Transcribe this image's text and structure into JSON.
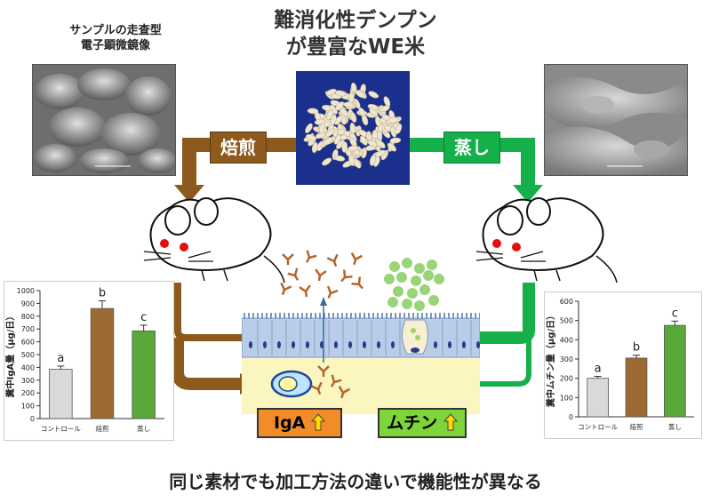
{
  "header": {
    "title_line1": "難消化性デンプン",
    "title_line2": "が豊富なWE米"
  },
  "sem": {
    "label_line1": "サンプルの走査型",
    "label_line2": "電子顕微鏡像"
  },
  "processes": {
    "roasted": "焙煎",
    "steamed": "蒸し"
  },
  "results": {
    "iga": "IgA",
    "mucin": "ムチン"
  },
  "footer": {
    "text": "同じ素材でも加工方法の違いで機能性が異なる"
  },
  "colors": {
    "roasted": "#8b5a1c",
    "steamed": "#15b04a",
    "rice_bg": "#1b2f8c",
    "iga_box": "#f28c28",
    "mucin_box": "#7dd53a",
    "up_arrow": "#ffd800"
  },
  "chart_data": [
    {
      "type": "bar",
      "ylabel": "糞中IgA量（μg/日）",
      "categories": [
        "コントロール",
        "焙煎",
        "蒸し"
      ],
      "values": [
        385,
        860,
        685
      ],
      "errors": [
        25,
        60,
        45
      ],
      "sig_letters": [
        "a",
        "b",
        "c"
      ],
      "colors": [
        "#d9d9d9",
        "#9c6a32",
        "#5aa83a"
      ],
      "ylim": [
        0,
        1000
      ],
      "yticks": [
        0,
        100,
        200,
        300,
        400,
        500,
        600,
        700,
        800,
        900,
        1000
      ]
    },
    {
      "type": "bar",
      "ylabel": "糞中ムチン量（μg/日）",
      "categories": [
        "コントロール",
        "焙煎",
        "蒸し"
      ],
      "values": [
        200,
        305,
        475
      ],
      "errors": [
        10,
        15,
        22
      ],
      "sig_letters": [
        "a",
        "b",
        "c"
      ],
      "colors": [
        "#d9d9d9",
        "#9c6a32",
        "#5aa83a"
      ],
      "ylim": [
        0,
        600
      ],
      "yticks": [
        0,
        100,
        200,
        300,
        400,
        500,
        600
      ]
    }
  ]
}
